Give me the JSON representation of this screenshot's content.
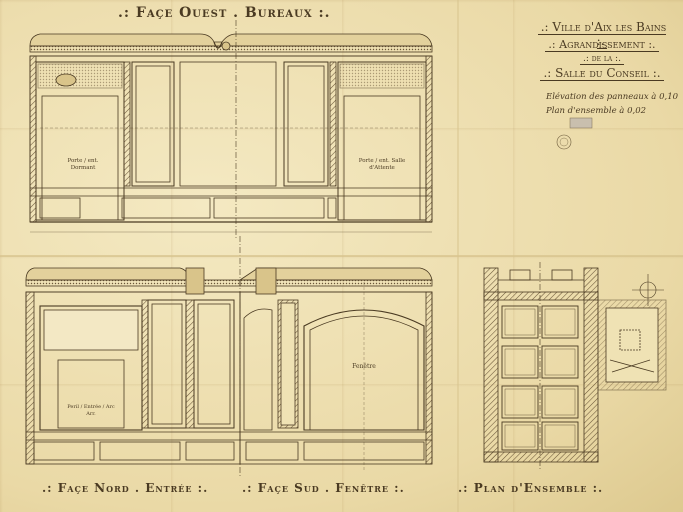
{
  "titles": {
    "top": ".: Façe Ouest . Bureaux :.",
    "bottom_left": ".: Façe Nord . Entrée :.",
    "bottom_middle": ".: Façe Sud . Fenêtre :.",
    "bottom_right": ".: Plan d'Ensemble :."
  },
  "cartouche": {
    "line1": ".: Ville d'Aix les Bains :.",
    "line2": ".: Agrandissement :.",
    "line3": ".: de la :.",
    "line4": ".: Salle du Conseil :.",
    "scale1": "Elévation des panneaux à 0,10",
    "scale2": "Plan d'ensemble à 0,02"
  },
  "labels": {
    "porte_left": "Porte / ent. Dormant",
    "porte_right": "Porte / ent. Salle d'Attente",
    "fenetre": "Fenêtre",
    "perill": "Peril / Entrée / Arc Arr."
  },
  "colors": {
    "paper": "#efe2b4",
    "ink": "#4a3a22",
    "hatch": "#6a5638"
  }
}
